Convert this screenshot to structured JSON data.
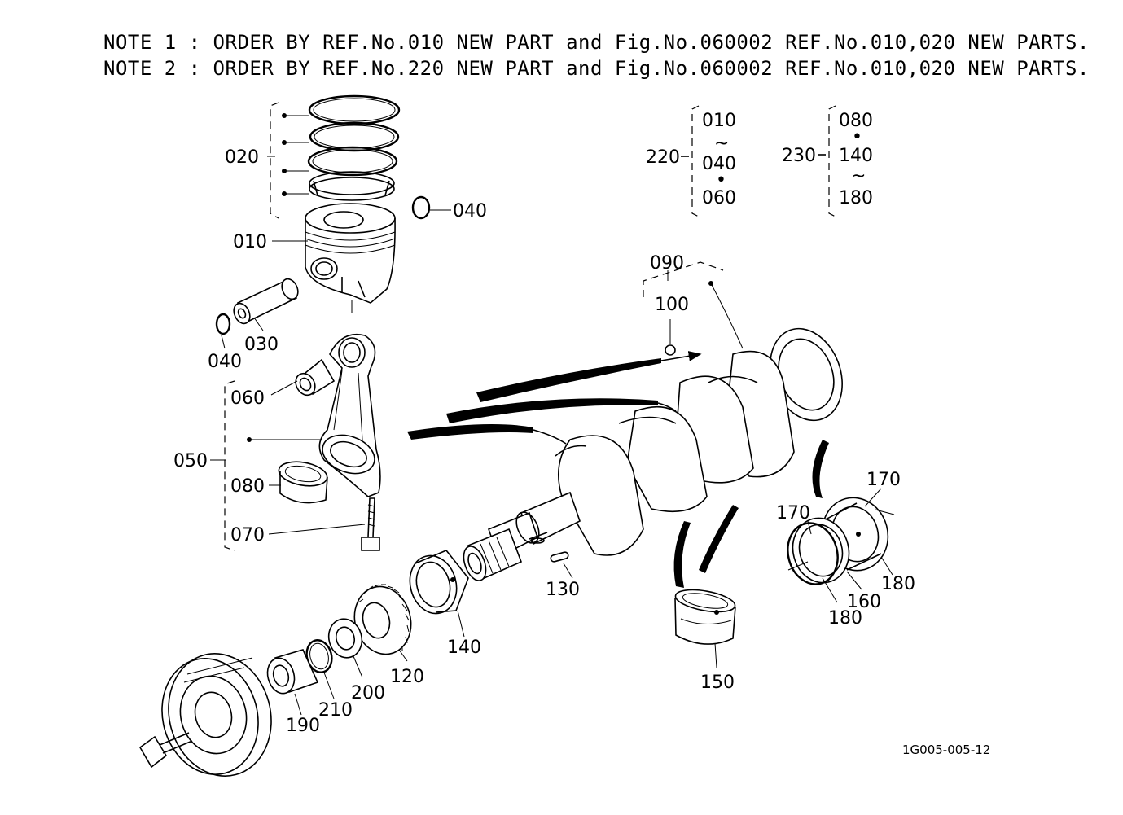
{
  "notes": {
    "note1": "NOTE 1 : ORDER BY REF.No.010 NEW PART and Fig.No.060002 REF.No.010,020 NEW PARTS.",
    "note2": "NOTE 2 : ORDER BY REF.No.220 NEW PART and Fig.No.060002 REF.No.010,020 NEW PARTS."
  },
  "groups": {
    "g220": {
      "ref": "220",
      "items": [
        "010",
        "~",
        "040",
        "•",
        "060"
      ]
    },
    "g230": {
      "ref": "230",
      "items": [
        "080",
        "•",
        "140",
        "~",
        "180"
      ]
    }
  },
  "parts": {
    "p010": "010",
    "p020": "020",
    "p030": "030",
    "p040a": "040",
    "p040b": "040",
    "p050": "050",
    "p060": "060",
    "p070": "070",
    "p080": "080",
    "p090": "090",
    "p100": "100",
    "p120": "120",
    "p130": "130",
    "p140": "140",
    "p150": "150",
    "p160": "160",
    "p170a": "170",
    "p170b": "170",
    "p180a": "180",
    "p180b": "180",
    "p190": "190",
    "p200": "200",
    "p210": "210"
  },
  "drawing_code": "1G005-005-12"
}
